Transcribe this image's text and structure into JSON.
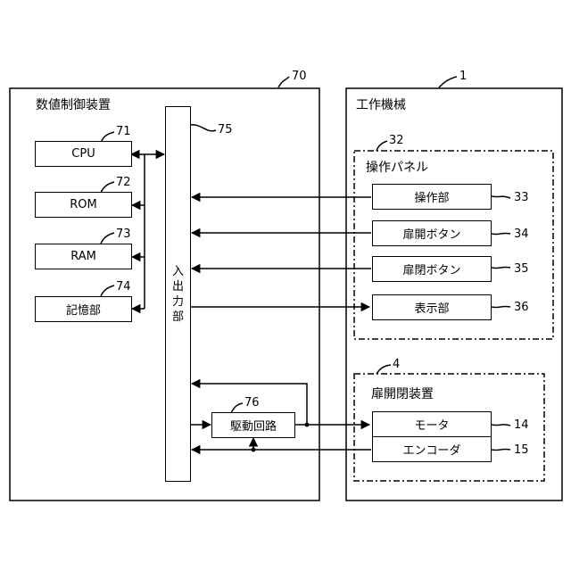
{
  "nc": {
    "title": "数値制御装置",
    "ref": "70",
    "cpu": {
      "label": "CPU",
      "ref": "71"
    },
    "rom": {
      "label": "ROM",
      "ref": "72"
    },
    "ram": {
      "label": "RAM",
      "ref": "73"
    },
    "storage": {
      "label": "記憶部",
      "ref": "74"
    },
    "io": {
      "label": "入出力部",
      "ref": "75"
    },
    "drive": {
      "label": "駆動回路",
      "ref": "76"
    }
  },
  "machine": {
    "title": "工作機械",
    "ref": "1",
    "panel": {
      "title": "操作パネル",
      "ref": "32",
      "ops": {
        "label": "操作部",
        "ref": "33"
      },
      "door_btn1": {
        "label": "扉開ボタン",
        "ref": "34"
      },
      "door_btn2": {
        "label": "扉閉ボタン",
        "ref": "35"
      },
      "display": {
        "label": "表示部",
        "ref": "36"
      }
    },
    "door_device": {
      "title": "扉開閉装置",
      "ref": "4",
      "motor": {
        "label": "モータ",
        "ref": "14"
      },
      "encoder": {
        "label": "エンコーダ",
        "ref": "15"
      }
    }
  }
}
